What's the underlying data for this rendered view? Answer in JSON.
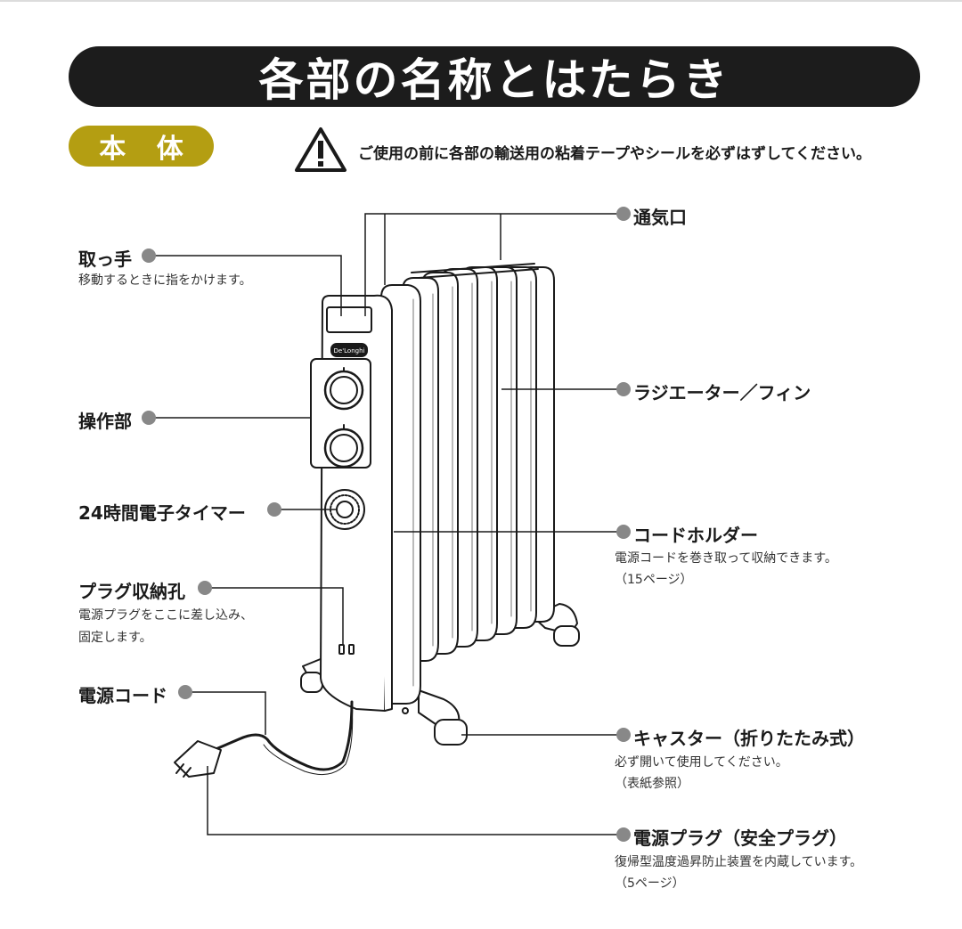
{
  "title": "各部の名称とはたらき",
  "section": "本 体",
  "warning": "ご使用の前に各部の輸送用の粘着テープやシールを必ずはずしてください。",
  "brand_logo": "De'Longhi",
  "colors": {
    "title_bg": "#1c1c1c",
    "badge": "#b49e12",
    "bullet": "#888888"
  },
  "parts": {
    "handle": {
      "label": "取っ手",
      "desc": "移動するときに指をかけます。"
    },
    "control": {
      "label": "操作部"
    },
    "timer": {
      "label": "24時間電子タイマー"
    },
    "plug_hole": {
      "label": "プラグ収納孔",
      "desc1": "電源プラグをここに差し込み、",
      "desc2": "固定します。"
    },
    "cord": {
      "label": "電源コード"
    },
    "vent": {
      "label": "通気口"
    },
    "radiator": {
      "label": "ラジエーター／フィン"
    },
    "cord_holder": {
      "label": "コードホルダー",
      "desc1": "電源コードを巻き取って収納できます。",
      "desc2": "（15ページ）"
    },
    "caster": {
      "label": "キャスター（折りたたみ式）",
      "desc1": "必ず開いて使用してください。",
      "desc2": "（表紙参照）"
    },
    "plug": {
      "label": "電源プラグ（安全プラグ）",
      "desc1": "復帰型温度過昇防止装置を内蔵しています。",
      "desc2": "（5ページ）"
    }
  }
}
